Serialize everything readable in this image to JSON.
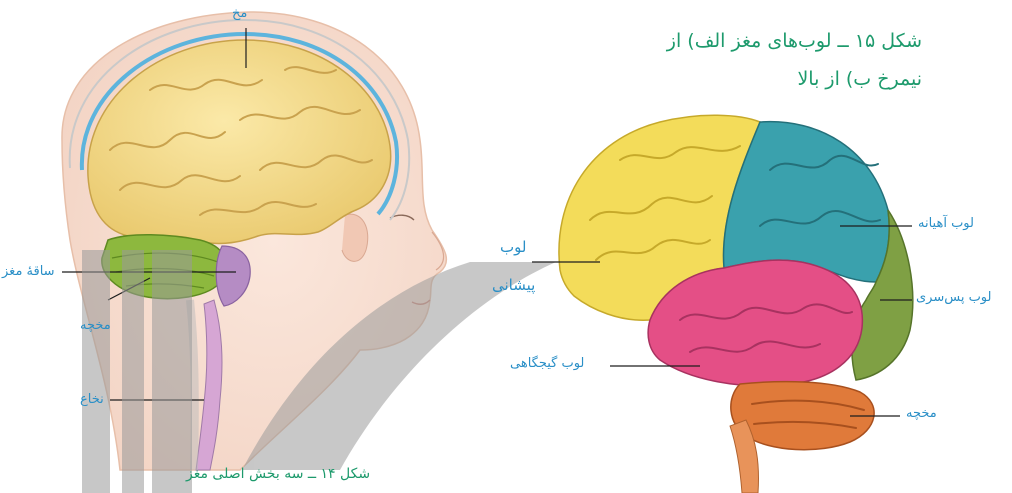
{
  "figure14": {
    "caption": "شکل ۱۴ ــ سه بخش اصلی مغز",
    "labels": {
      "brain": "مخ",
      "brainstem": "ساقهٔ مغز",
      "cerebellum": "مخچه",
      "spinal_cord": "نخاع"
    }
  },
  "figure15": {
    "caption_line1": "شکل ۱۵ ــ لوب‌های مغز الف) از",
    "caption_line2": "نیمرخ ب) از بالا",
    "labels": {
      "frontal_line1": "لوب",
      "frontal_line2": "پیشانی",
      "parietal": "لوب آهیانه",
      "occipital": "لوب پس‌سری",
      "temporal": "لوب گیجگاهی",
      "cerebellum": "مخچه"
    }
  },
  "colors": {
    "label": "#2a8fc7",
    "caption": "#1d9a6c",
    "cerebrum": "#f4d98a",
    "frontal": "#f3dc5a",
    "parietal": "#3aa1ad",
    "occipital": "#7fa044",
    "temporal": "#e44f86",
    "cerebellum": "#e07a3a",
    "watermark": "#9a9a9a"
  }
}
